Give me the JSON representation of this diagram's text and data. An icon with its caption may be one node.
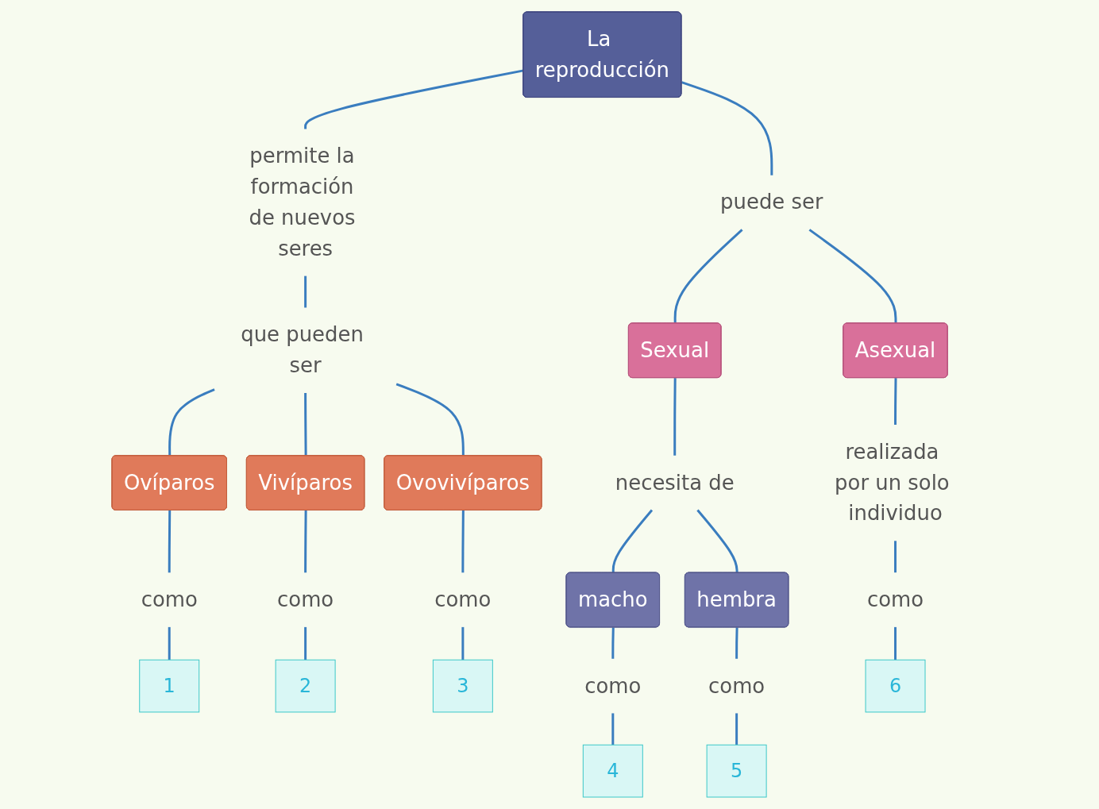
{
  "diagram": {
    "nodes": [
      {
        "text": [
          "La reproducción"
        ]
      },
      {
        "text": [
          "permite la formación de nuevos seres"
        ]
      },
      {
        "text": [
          "puede ser"
        ]
      },
      {
        "text": [
          "que pueden ser"
        ]
      },
      {
        "text": [
          "Sexual"
        ]
      },
      {
        "text": [
          "Asexual"
        ]
      },
      {
        "text": [
          "Ovíparos"
        ]
      },
      {
        "text": [
          "Vivíparos"
        ]
      },
      {
        "text": [
          "Ovovivíparos"
        ]
      },
      {
        "text": [
          "necesita de"
        ]
      },
      {
        "text": [
          "realizada por un solo individuo"
        ]
      },
      {
        "text": [
          "macho"
        ]
      },
      {
        "text": [
          "hembra"
        ]
      },
      {
        "text": [
          "como"
        ]
      },
      {
        "text": [
          "como"
        ]
      },
      {
        "text": [
          "como"
        ]
      },
      {
        "text": [
          "como"
        ]
      },
      {
        "text": [
          "como"
        ]
      },
      {
        "text": [
          "como"
        ]
      },
      {
        "text": [
          "1"
        ]
      },
      {
        "text": [
          "2"
        ]
      },
      {
        "text": [
          "3"
        ]
      },
      {
        "text": [
          "4"
        ]
      },
      {
        "text": [
          "5"
        ]
      },
      {
        "text": [
          "6"
        ]
      }
    ],
    "edges": [
      {
        "from": 0,
        "to": 1,
        "arrow": "none"
      },
      {
        "from": 0,
        "to": 2,
        "arrow": "none"
      },
      {
        "from": 1,
        "to": 3,
        "arrow": "none"
      },
      {
        "from": 3,
        "to": 6,
        "arrow": "none"
      },
      {
        "from": 3,
        "to": 7,
        "arrow": "none"
      },
      {
        "from": 3,
        "to": 8,
        "arrow": "none"
      },
      {
        "from": 2,
        "to": 4,
        "arrow": "none"
      },
      {
        "from": 2,
        "to": 5,
        "arrow": "none"
      },
      {
        "from": 4,
        "to": 9,
        "arrow": "none"
      },
      {
        "from": 9,
        "to": 11,
        "arrow": "none"
      },
      {
        "from": 9,
        "to": 12,
        "arrow": "none"
      },
      {
        "from": 5,
        "to": 10,
        "arrow": "none"
      },
      {
        "from": 6,
        "to": 13,
        "arrow": "none"
      },
      {
        "from": 7,
        "to": 14,
        "arrow": "none"
      },
      {
        "from": 8,
        "to": 15,
        "arrow": "none"
      },
      {
        "from": 11,
        "to": 16,
        "arrow": "none"
      },
      {
        "from": 12,
        "to": 17,
        "arrow": "none"
      },
      {
        "from": 10,
        "to": 18,
        "arrow": "none"
      },
      {
        "from": 13,
        "to": 19,
        "arrow": "none"
      },
      {
        "from": 14,
        "to": 20,
        "arrow": "none"
      },
      {
        "from": 15,
        "to": 21,
        "arrow": "none"
      },
      {
        "from": 16,
        "to": 22,
        "arrow": "none"
      },
      {
        "from": 17,
        "to": 23,
        "arrow": "none"
      },
      {
        "from": 18,
        "to": 24,
        "arrow": "none"
      }
    ]
  }
}
